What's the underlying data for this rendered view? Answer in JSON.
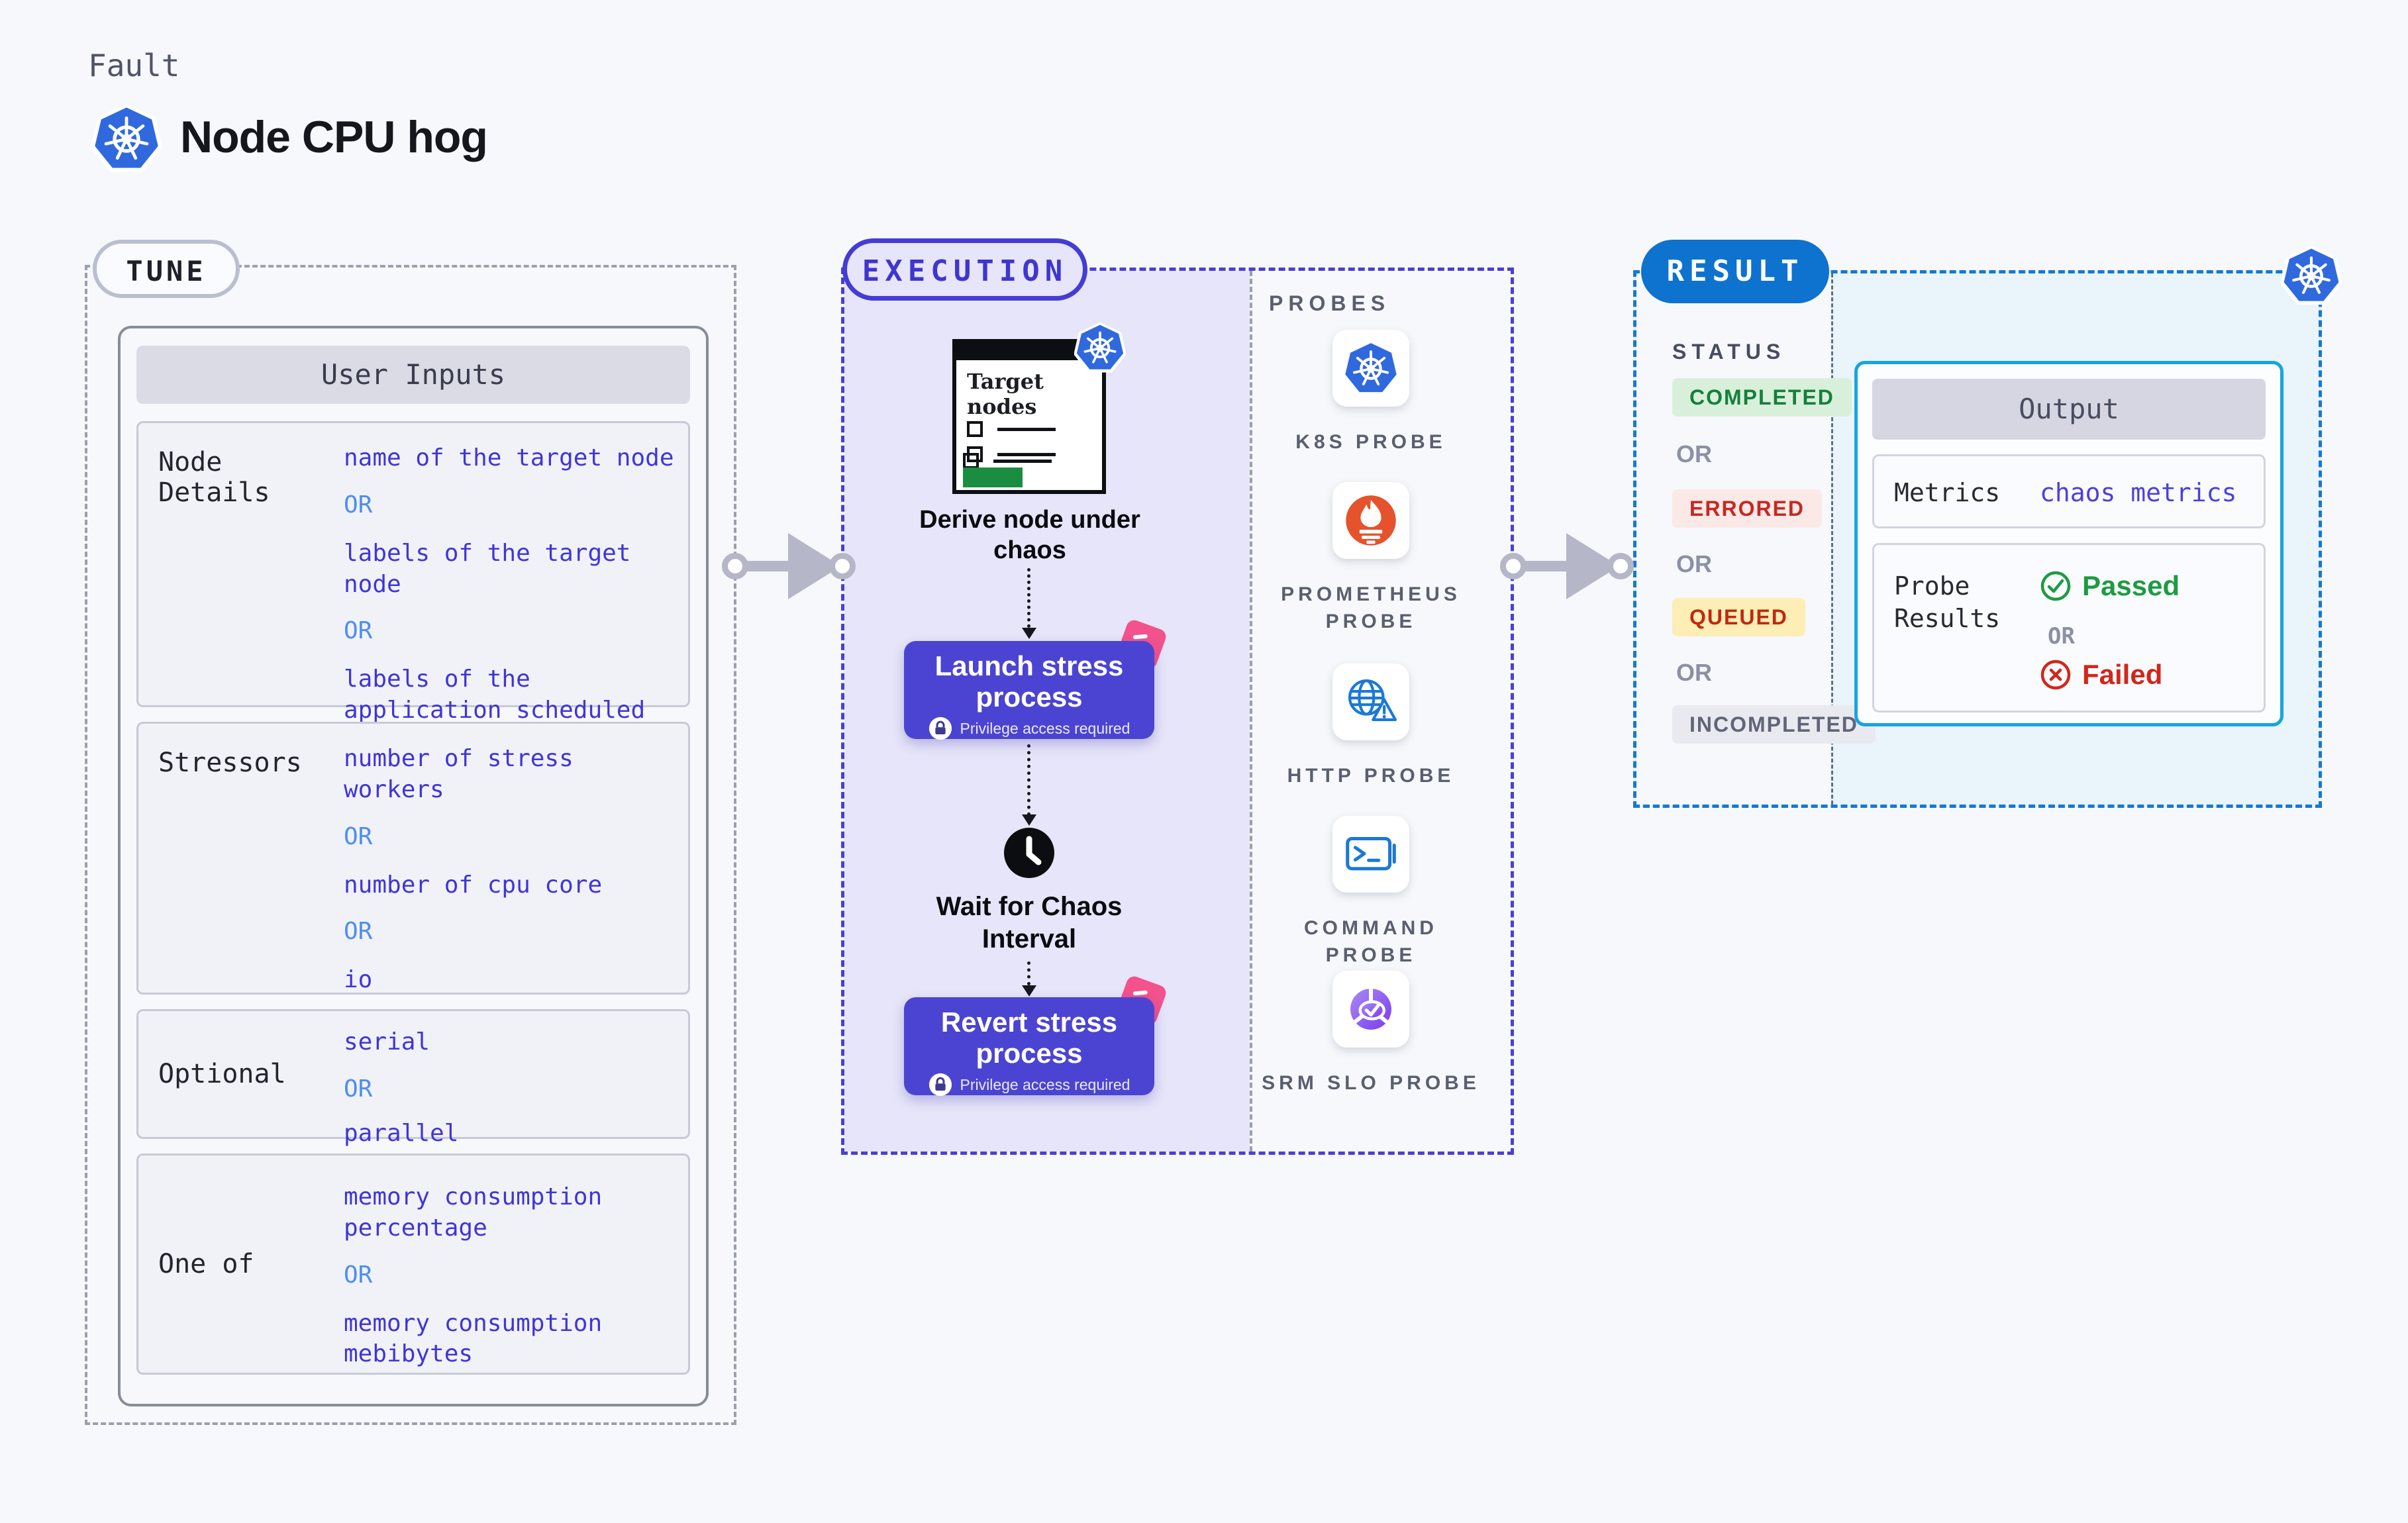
{
  "header": {
    "eyebrow": "Fault",
    "title": "Node CPU hog",
    "title_icon": "kubernetes-icon"
  },
  "tune": {
    "badge": "TUNE",
    "card_title": "User Inputs",
    "rows": [
      {
        "label": "Node Details",
        "values": [
          "name of the target node",
          "OR",
          "labels of the target node",
          "OR",
          "labels of the application scheduled on target node"
        ]
      },
      {
        "label": "Stressors",
        "values": [
          "number of stress workers",
          "OR",
          "number of cpu core",
          "OR",
          "io"
        ]
      },
      {
        "label": "Optional",
        "values": [
          "serial",
          "OR",
          "parallel"
        ]
      },
      {
        "label": "One of",
        "values": [
          "memory consumption percentage",
          "OR",
          "memory consumption mebibytes"
        ]
      }
    ],
    "value_color": "#4035d8",
    "or_color": "#4f8df2"
  },
  "execution": {
    "badge": "EXECUTION",
    "window_title": "Target nodes",
    "window_icon": "kubernetes-icon",
    "derive_caption": "Derive node under chaos",
    "launch_label": "Launch stress process",
    "launch_sub": "Privilege access required",
    "wait_caption": "Wait for Chaos Interval",
    "revert_label": "Revert stress process",
    "revert_sub": "Privilege access required",
    "accent_color": "#4b44d2"
  },
  "probes": {
    "heading": "PROBES",
    "items": [
      {
        "label": "K8S PROBE",
        "icon": "kubernetes-icon"
      },
      {
        "label": "PROMETHEUS PROBE",
        "icon": "prometheus-flame-icon",
        "color": "#e6522c"
      },
      {
        "label": "HTTP PROBE",
        "icon": "globe-warning-icon",
        "color": "#1b79d6"
      },
      {
        "label": "COMMAND PROBE",
        "icon": "terminal-icon",
        "color": "#1b79d6"
      },
      {
        "label": "SRM SLO PROBE",
        "icon": "slo-gauge-check-icon",
        "color": "#8a4df0"
      }
    ]
  },
  "result": {
    "badge": "RESULT",
    "badge_color": "#0e72cf",
    "corner_icon": "kubernetes-icon",
    "status_heading": "STATUS",
    "statuses": [
      {
        "label": "COMPLETED",
        "fg": "#157f3c",
        "bg": "#d8f0da"
      },
      {
        "label": "OR"
      },
      {
        "label": "ERRORED",
        "fg": "#c62823",
        "bg": "#fbe9e7"
      },
      {
        "label": "OR"
      },
      {
        "label": "QUEUED",
        "fg": "#bf2912",
        "bg": "#fceeb5"
      },
      {
        "label": "OR"
      },
      {
        "label": "INCOMPLETED",
        "fg": "#606577",
        "bg": "#e9eaf0"
      }
    ],
    "output": {
      "title": "Output",
      "metrics_label": "Metrics",
      "metrics_value": "chaos metrics",
      "metrics_value_color": "#4c3fe0",
      "probe_results_label": "Probe Results",
      "passed_label": "Passed",
      "passed_color": "#1d9b41",
      "passed_icon": "check-circle-icon",
      "or_label": "OR",
      "failed_label": "Failed",
      "failed_color": "#d2261b",
      "failed_icon": "x-circle-icon"
    }
  }
}
